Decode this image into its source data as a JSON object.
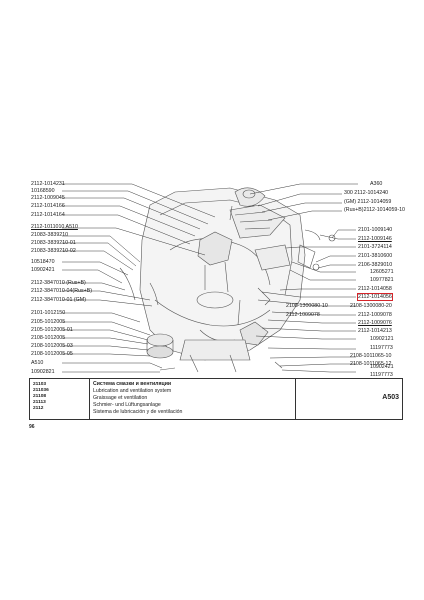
{
  "labels_left": [
    {
      "text": "2112-1014231"
    },
    {
      "text": "10168590"
    },
    {
      "text": "2112-1009045"
    },
    {
      "text": "2112-1014166"
    },
    {
      "text": "2112-1014164"
    },
    {
      "text": "2112-1011010  A510"
    },
    {
      "text": "21083-3839210"
    },
    {
      "text": "21083-3839210-01"
    },
    {
      "text": "21083-3839210-02"
    },
    {
      "text": "10518470"
    },
    {
      "text": "10902421"
    },
    {
      "text": "2112-3847010     (Rus+B)"
    },
    {
      "text": "2112-3847010-04(Rus+B)"
    },
    {
      "text": "2112-3847010-01     (GM)"
    },
    {
      "text": "2101-1012150"
    },
    {
      "text": "2105-1012005"
    },
    {
      "text": "2105-1012005-01"
    },
    {
      "text": "2108-1012005"
    },
    {
      "text": "2108-1012005-03"
    },
    {
      "text": "2108-1012005-05"
    },
    {
      "text": "A510"
    },
    {
      "text": "10902821"
    }
  ],
  "labels_right": [
    {
      "text": "A360"
    },
    {
      "text": "300  2112-1014240"
    },
    {
      "text": "(GM)      2112-1014059"
    },
    {
      "text": "(Rus+B)2112-1014059-10"
    },
    {
      "text": "2101-1009140"
    },
    {
      "text": "2112-1009146"
    },
    {
      "text": "2101-3724114"
    },
    {
      "text": "2101-3810600"
    },
    {
      "text": "2106-3829010"
    },
    {
      "text": "12605271"
    },
    {
      "text": "10977821"
    },
    {
      "text": "2112-1014058"
    },
    {
      "text": "2112-1014056"
    },
    {
      "text": "2108-1300080-20"
    },
    {
      "text": "2112-1009078"
    },
    {
      "text": "2112-1009076"
    },
    {
      "text": "2112-1014213"
    },
    {
      "text": "10902121"
    },
    {
      "text": "11197773"
    },
    {
      "text": "2108-1011065-10"
    },
    {
      "text": "2108-1011065-12"
    },
    {
      "text": "10902421"
    },
    {
      "text": "11197773"
    }
  ],
  "labels_center": [
    {
      "text": "2108-1300080-10"
    },
    {
      "text": "2112-1009078"
    }
  ],
  "highlight": {
    "text": "2112-1014056",
    "color": "#d6252a"
  },
  "footer": {
    "models": [
      "21103",
      "211036",
      "21108",
      "21113",
      "2112"
    ],
    "titles": [
      "Система смазки и вентиляции",
      "Lubrication and ventilation system",
      "Graissage et ventilation",
      "Schmier- und Lüftungsanlage",
      "Sistema de lubricación y de ventilación"
    ],
    "diagram_id": "A503"
  },
  "page_number": "96"
}
